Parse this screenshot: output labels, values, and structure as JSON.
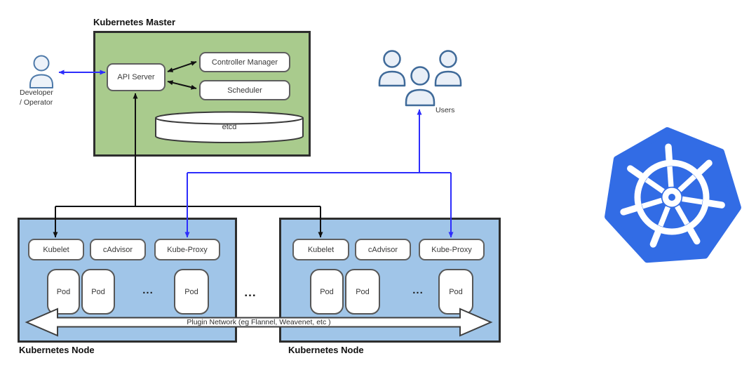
{
  "master": {
    "title": "Kubernetes Master",
    "api_server": "API Server",
    "controller_manager": "Controller Manager",
    "scheduler": "Scheduler",
    "etcd": "etcd"
  },
  "developer": {
    "label_line1": "Developer",
    "label_line2": "/ Operator"
  },
  "users": {
    "label": "Users"
  },
  "nodes": [
    {
      "title": "Kubernetes Node",
      "kubelet": "Kubelet",
      "cadvisor": "cAdvisor",
      "kube_proxy": "Kube-Proxy",
      "pods": [
        "Pod",
        "Pod",
        "Pod"
      ],
      "pods_ellipsis": "..."
    },
    {
      "title": "Kubernetes Node",
      "kubelet": "Kubelet",
      "cadvisor": "cAdvisor",
      "kube_proxy": "Kube-Proxy",
      "pods": [
        "Pod",
        "Pod",
        "Pod"
      ],
      "pods_ellipsis": "..."
    }
  ],
  "nodes_gap_ellipsis": "...",
  "plugin_network_label": "Plugin Network (eg Flannel, Weavenet, etc )",
  "icons": {
    "developer_icon": "person-icon",
    "users_icon": "users-group-icon",
    "logo": "kubernetes-helm-wheel-logo"
  },
  "colors": {
    "master_fill": "#a9cb8d",
    "node_fill": "#a0c5e8",
    "kubernetes_blue": "#326ce5",
    "arrow_blue": "#2d2dfc",
    "arrow_black": "#111111",
    "box_border": "#5f5f5f"
  }
}
